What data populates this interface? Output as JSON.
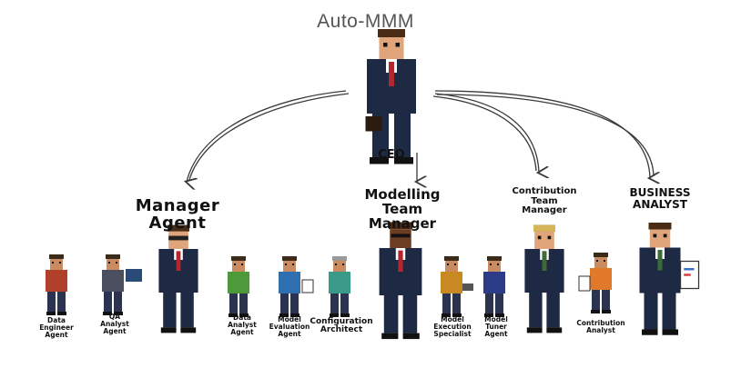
{
  "title": "Auto-MMM",
  "ceo": {
    "label": "CEO"
  },
  "managers": [
    {
      "id": "manager-agent",
      "label": "Manager\nAgent"
    },
    {
      "id": "modelling-team-manager",
      "label": "Modelling\nTeam\nManager"
    },
    {
      "id": "contribution-team-manager",
      "label": "Contribution\nTeam\nManager"
    },
    {
      "id": "business-analyst",
      "label": "BUSINESS\nANALYST"
    }
  ],
  "agents": [
    {
      "id": "data-engineer-agent",
      "label": "Data\nEngineer\nAgent"
    },
    {
      "id": "qa-analyst-agent",
      "label": "QA\nAnalyst\nAgent"
    },
    {
      "id": "data-analyst-agent",
      "label": "Data\nAnalyst\nAgent"
    },
    {
      "id": "model-evaluation-agent",
      "label": "Model\nEvaluation\nAgent"
    },
    {
      "id": "configuration-architect",
      "label": "Configuration\nArchitect"
    },
    {
      "id": "model-execution-specialist",
      "label": "Model\nExecution\nSpecialist"
    },
    {
      "id": "model-tuner-agent",
      "label": "Model\nTuner\nAgent"
    },
    {
      "id": "contribution-analyst",
      "label": "Contribution\nAnalyst"
    }
  ],
  "colors": {
    "suit": "#1e2a44",
    "tie": "#b3262c",
    "skin": "#e0a57a",
    "hair": "#4a2b16",
    "arrow": "#3a3a3a"
  }
}
